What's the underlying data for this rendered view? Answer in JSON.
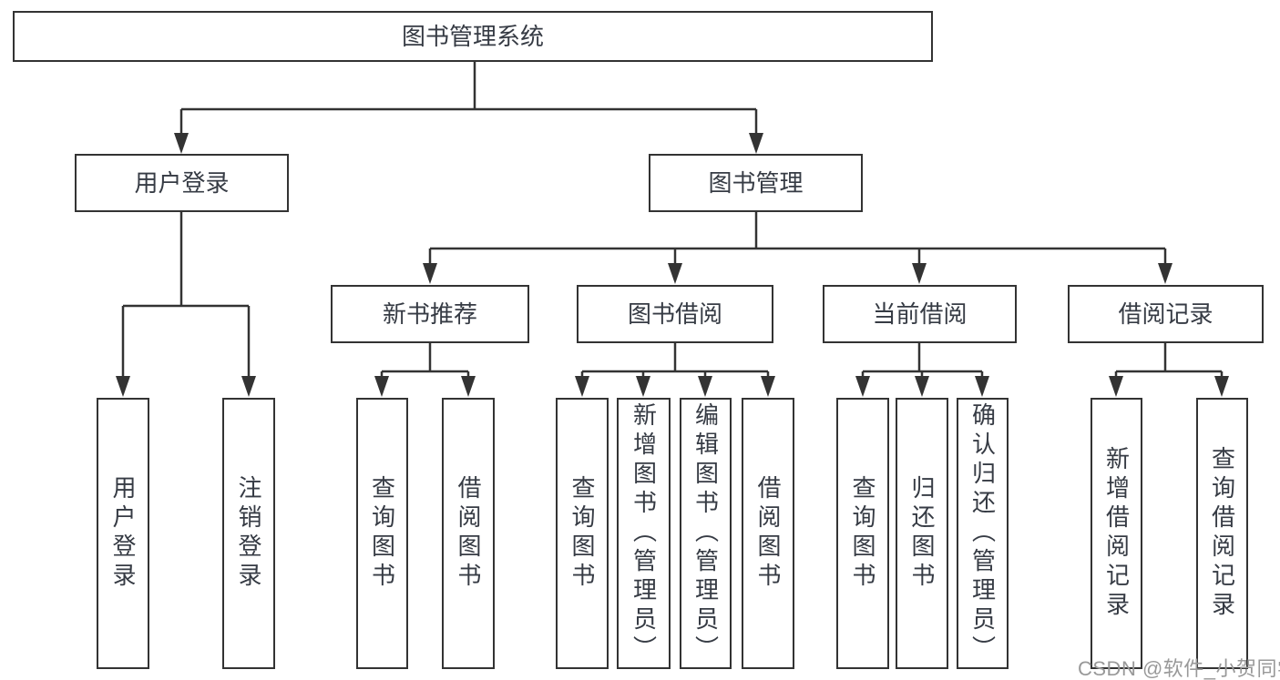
{
  "colors": {
    "line": "#333333",
    "box_border": "#333333",
    "box_fill": "#ffffff",
    "text": "#363b44",
    "watermark": "#999999",
    "background": "#ffffff"
  },
  "tree": {
    "label": "图书管理系统",
    "children": [
      {
        "label": "用户登录",
        "children": [
          {
            "label": "用户登录"
          },
          {
            "label": "注销登录"
          }
        ]
      },
      {
        "label": "图书管理",
        "children": [
          {
            "label": "新书推荐",
            "children": [
              {
                "label": "查询图书"
              },
              {
                "label": "借阅图书"
              }
            ]
          },
          {
            "label": "图书借阅",
            "children": [
              {
                "label": "查询图书"
              },
              {
                "label": "新增图书（管理员）"
              },
              {
                "label": "编辑图书（管理员）"
              },
              {
                "label": "借阅图书"
              }
            ]
          },
          {
            "label": "当前借阅",
            "children": [
              {
                "label": "查询图书"
              },
              {
                "label": "归还图书"
              },
              {
                "label": "确认归还（管理员）"
              }
            ]
          },
          {
            "label": "借阅记录",
            "children": [
              {
                "label": "新增借阅记录"
              },
              {
                "label": "查询借阅记录"
              }
            ]
          }
        ]
      }
    ]
  },
  "watermark": {
    "text": "CSDN @软件_小贺同学"
  }
}
